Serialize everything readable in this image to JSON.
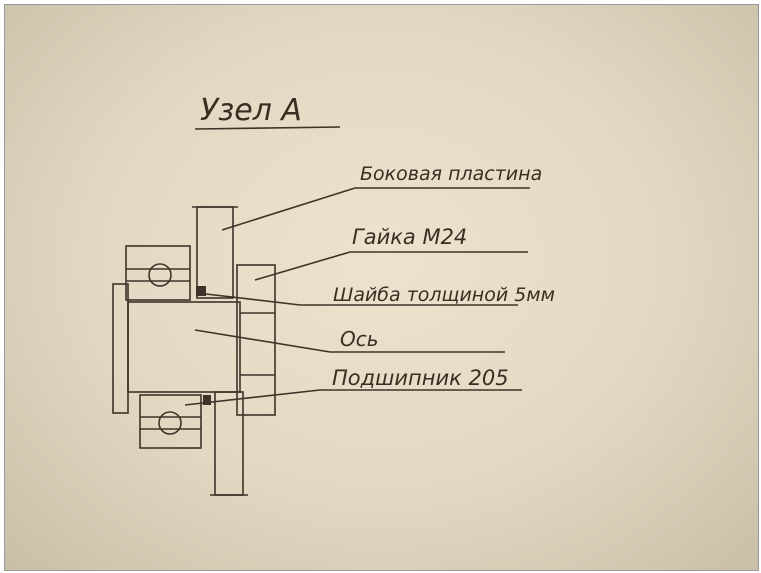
{
  "title": "Узел А",
  "labels": {
    "side_plate": "Боковая пластина",
    "nut": "Гайка М24",
    "washer": "Шайба толщиной 5мм",
    "axle": "Ось",
    "bearing": "Подшипник 205"
  }
}
